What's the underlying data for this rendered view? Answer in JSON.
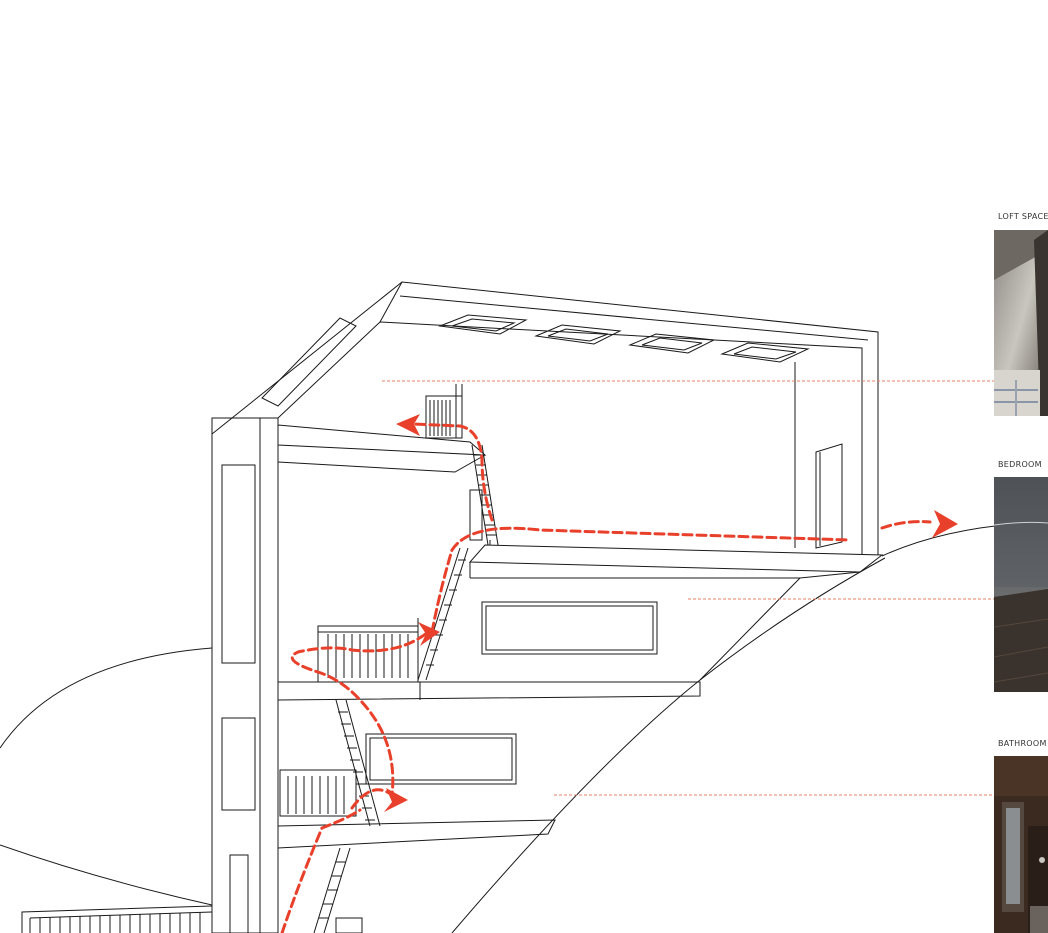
{
  "colors": {
    "line": "#1a1a1a",
    "circulation": "#e8402a",
    "guide": "#e8806a",
    "background": "#ffffff"
  },
  "rooms": [
    {
      "label": "LOFT SPACE"
    },
    {
      "label": "BEDROOM"
    },
    {
      "label": "BATHROOM"
    }
  ]
}
